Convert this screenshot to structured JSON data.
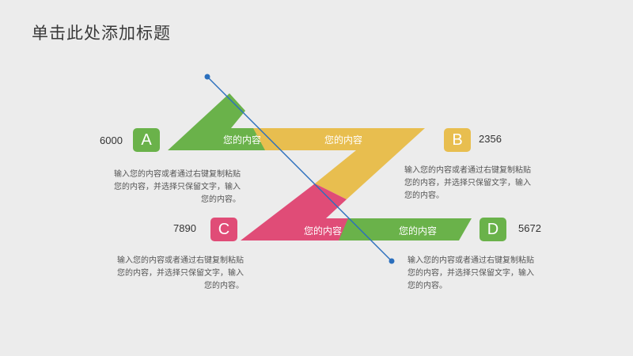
{
  "title": "单击此处添加标题",
  "colors": {
    "green": "#6ab24a",
    "yellow": "#e8be4f",
    "pink": "#e04c77",
    "line": "#2b6fbd"
  },
  "bars": {
    "green_top": "您的内容",
    "yellow_top": "您的内容",
    "pink_bottom": "您的内容",
    "green_bottom": "您的内容"
  },
  "items": {
    "a": {
      "letter": "A",
      "value": "6000",
      "desc": [
        "输入您的内容或者通过右键复制粘贴",
        "您的内容，并选择只保留文字，输入",
        "您的内容。"
      ]
    },
    "b": {
      "letter": "B",
      "value": "2356",
      "desc": [
        "输入您的内容或者通过右键复制粘贴",
        "您的内容，并选择只保留文字，输入",
        "您的内容。"
      ]
    },
    "c": {
      "letter": "C",
      "value": "7890",
      "desc": [
        "输入您的内容或者通过右键复制粘贴",
        "您的内容，并选择只保留文字，输入",
        "您的内容。"
      ]
    },
    "d": {
      "letter": "D",
      "value": "5672",
      "desc": [
        "输入您的内容或者通过右键复制粘贴",
        "您的内容，并选择只保留文字，输入",
        "您的内容。"
      ]
    }
  }
}
